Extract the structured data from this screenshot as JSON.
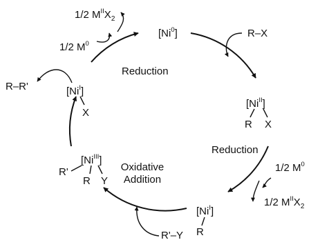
{
  "species": {
    "ni0": {
      "base": "[Ni",
      "ox": "0",
      "close": "]"
    },
    "ni2": {
      "base": "[Ni",
      "ox": "II",
      "close": "]",
      "lig_left": "R",
      "lig_right": "X"
    },
    "ni1_bottom": {
      "base": "[Ni",
      "ox": "I",
      "close": "]",
      "lig": "R"
    },
    "ni3": {
      "base": "[Ni",
      "ox": "III",
      "close": "]",
      "lig_left": "R'",
      "lig_mid": "R",
      "lig_right": "Y"
    },
    "ni1_left": {
      "base": "[Ni",
      "ox": "I",
      "close": "]",
      "lig": "X"
    }
  },
  "steps": {
    "reduction_top": "Reduction",
    "reduction_right": "Reduction",
    "oxidative_1": "Oxidative",
    "oxidative_2": "Addition"
  },
  "reagents": {
    "rx": "R–X",
    "ry": "R'–Y",
    "rr": "R–R'",
    "m0_top": {
      "coef": "1/2 M",
      "sup": "0"
    },
    "mx2_top": {
      "coef": "1/2 M",
      "sup": "II",
      "x": "X",
      "sub": "2"
    },
    "m0_right": {
      "coef": "1/2 M",
      "sup": "0"
    },
    "mx2_right": {
      "coef": "1/2 M",
      "sup": "II",
      "x": "X",
      "sub": "2"
    }
  }
}
